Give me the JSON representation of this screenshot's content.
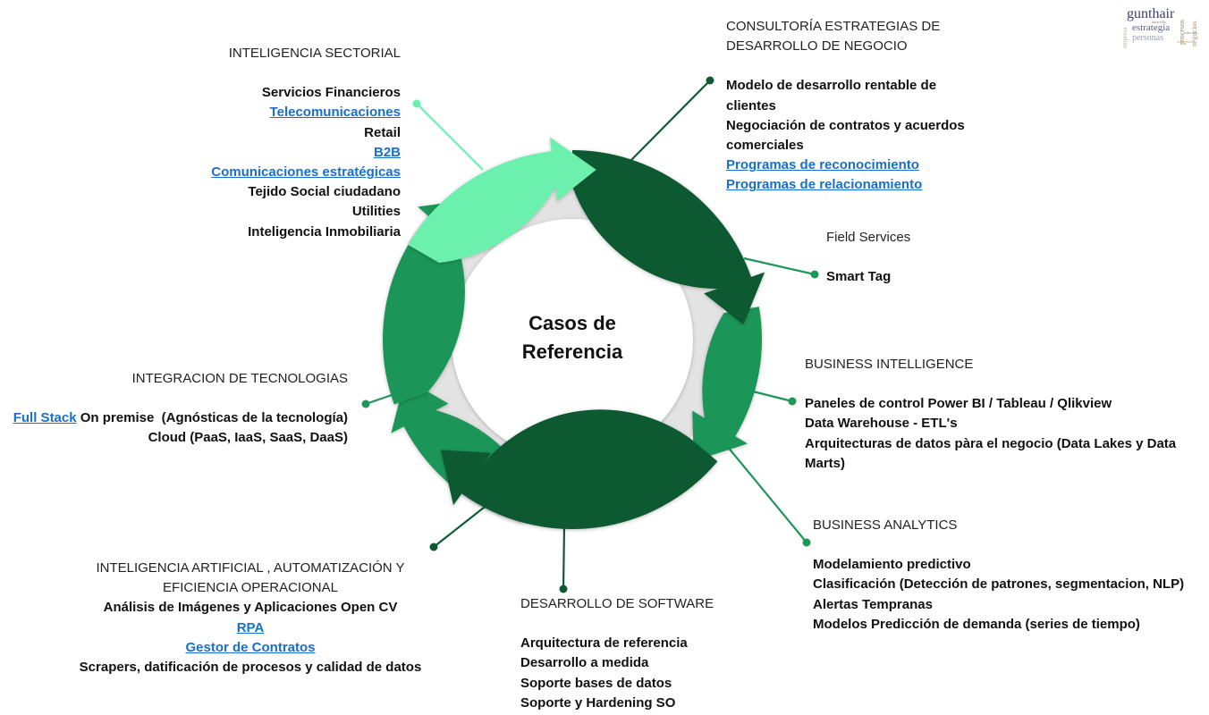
{
  "center": {
    "line1": "Casos de",
    "line2": "Referencia"
  },
  "colors": {
    "light_green": "#6cf0ad",
    "dark_green": "#0f5a33",
    "mid_green": "#1e9658",
    "ring_gray": "#e3e3e3",
    "link_blue": "#1a6fc9"
  },
  "logo": {
    "words": [
      "gunthair",
      "estrategia",
      "personas",
      "procesos",
      "negocios",
      "empresa",
      "desarrollo",
      "industrias",
      "experiencia"
    ]
  },
  "sections": {
    "sectorial": {
      "title": "INTELIGENCIA SECTORIAL",
      "items": [
        {
          "text": "Servicios Financieros",
          "link": false
        },
        {
          "text": "Telecomunicaciones",
          "link": true
        },
        {
          "text": "Retail",
          "link": false
        },
        {
          "text": "B2B",
          "link": true
        },
        {
          "text": "Comunicaciones estratégicas",
          "link": true
        },
        {
          "text": "Tejido Social ciudadano",
          "link": false
        },
        {
          "text": "Utilities",
          "link": false
        },
        {
          "text": "Inteligencia Inmobiliaria",
          "link": false
        }
      ]
    },
    "consultoria": {
      "title_line1": "CONSULTORÍA ESTRATEGIAS DE",
      "title_line2": "DESARROLLO DE NEGOCIO",
      "items": [
        {
          "text": "Modelo de desarrollo rentable de",
          "link": false
        },
        {
          "text": "clientes",
          "link": false
        },
        {
          "text": "Negociación de contratos y acuerdos",
          "link": false
        },
        {
          "text": "comerciales",
          "link": false
        },
        {
          "text": "Programas de reconocimiento",
          "link": true
        },
        {
          "text": "Programas de relacionamiento",
          "link": true
        }
      ]
    },
    "field": {
      "title": "Field Services",
      "items": [
        {
          "text": "Smart Tag",
          "link": false
        }
      ]
    },
    "bi": {
      "title": "BUSINESS INTELLIGENCE",
      "items": [
        {
          "text": "Paneles de control Power BI / Tableau / Qlikview",
          "link": false
        },
        {
          "text": "Data Warehouse - ETL's",
          "link": false
        },
        {
          "text": "Arquitecturas de datos pàra el negocio (Data Lakes y Data",
          "link": false
        },
        {
          "text": "Marts)",
          "link": false
        }
      ]
    },
    "ba": {
      "title": "BUSINESS ANALYTICS",
      "items": [
        {
          "text": "Modelamiento predictivo",
          "link": false
        },
        {
          "text": "Clasificación (Detección de patrones, segmentacion, NLP)",
          "link": false
        },
        {
          "text": "Alertas Tempranas",
          "link": false
        },
        {
          "text": "Modelos Predicción de demanda (series de tiempo)",
          "link": false
        }
      ]
    },
    "software": {
      "title": "DESARROLLO DE SOFTWARE",
      "items": [
        {
          "text": "Arquitectura de referencia",
          "link": false
        },
        {
          "text": "Desarrollo a medida",
          "link": false
        },
        {
          "text": "Soporte bases de datos",
          "link": false
        },
        {
          "text": "Soporte y Hardening SO",
          "link": false
        }
      ]
    },
    "ia": {
      "title_line1": "INTELIGENCIA ARTIFICIAL , AUTOMATIZACIÓN Y",
      "title_line2": "EFICIENCIA OPERACIONAL",
      "items": [
        {
          "text": "Análisis de Imágenes y Aplicaciones Open CV",
          "link": false
        },
        {
          "text": "RPA",
          "link": true
        },
        {
          "text": "Gestor de Contratos",
          "link": true
        },
        {
          "text": "Scrapers, datificación de procesos y calidad de datos",
          "link": false
        }
      ]
    },
    "integracion": {
      "title": "INTEGRACION DE TECNOLOGIAS",
      "line1_link": "Full Stack",
      "line1_rest": " On premise  (Agnósticas de la tecnología)",
      "line2": "Cloud (PaaS, IaaS, SaaS, DaaS)"
    }
  }
}
